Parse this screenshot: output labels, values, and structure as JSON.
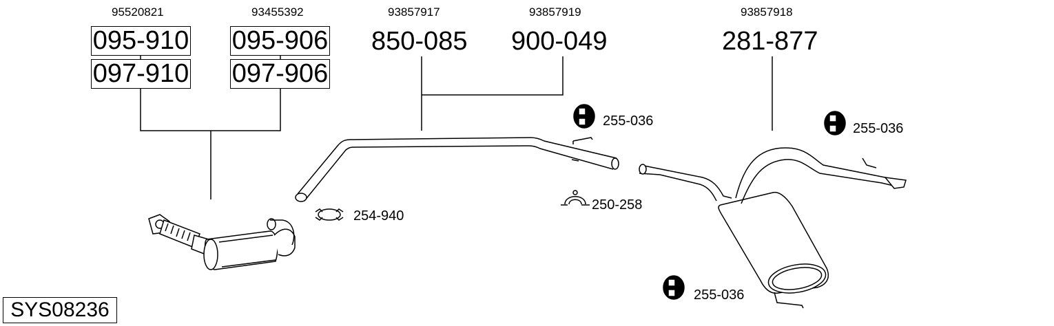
{
  "system_code": "SYS08236",
  "groups": {
    "catalyst": {
      "oem_left": "95520821",
      "oem_right": "93455392",
      "codes_left": [
        "095-910",
        "097-910"
      ],
      "codes_right": [
        "095-906",
        "097-906"
      ]
    },
    "middle_pipe": {
      "oem_left": "93857917",
      "oem_right": "93857919",
      "code_left": "850-085",
      "code_right": "900-049"
    },
    "rear_silencer": {
      "oem": "93857918",
      "code": "281-877"
    }
  },
  "fittings": {
    "rubber_mount_1": "255-036",
    "rubber_mount_2": "255-036",
    "rubber_mount_3": "255-036",
    "clamp_front": "254-940",
    "clamp_rear": "250-258"
  },
  "icons": [
    "rubber-mount-icon",
    "clamp-icon",
    "catalytic-converter",
    "middle-pipe",
    "rear-silencer"
  ]
}
